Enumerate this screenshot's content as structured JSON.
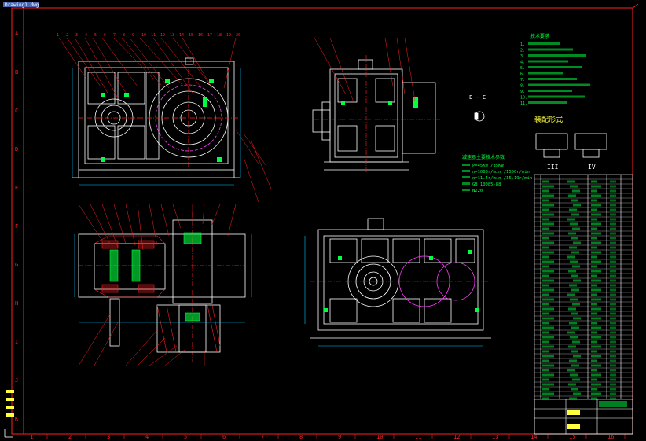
{
  "titlebar": {
    "label": "Drawing1.dwg"
  },
  "frame": {
    "col_marks": [
      "1",
      "2",
      "3",
      "4",
      "5",
      "6",
      "7",
      "8",
      "9",
      "10",
      "11",
      "12",
      "13",
      "14",
      "15",
      "16"
    ],
    "row_marks": [
      "A",
      "B",
      "C",
      "D",
      "E",
      "F",
      "G",
      "H",
      "I",
      "J",
      "K"
    ]
  },
  "views": {
    "section_label": "E - E",
    "mounting_heading": "装配形式",
    "mount_labels": [
      "III",
      "IV"
    ]
  },
  "top_view": {
    "callouts": [
      "1",
      "2",
      "3",
      "4",
      "5",
      "6",
      "7",
      "8",
      "9",
      "10",
      "11",
      "12",
      "13",
      "14",
      "15",
      "16",
      "17",
      "18",
      "19",
      "20"
    ]
  },
  "specs": {
    "heading": "减速器主要技术参数",
    "lines": [
      "P=45KW /35KW",
      "n=1000r/min /1500r/min",
      "n=11.4r/min /15.19r/min",
      "GB 10085-88",
      "N220"
    ]
  },
  "notes": {
    "heading": "技术要求",
    "numbers": [
      "1.",
      "2.",
      "3.",
      "4.",
      "5.",
      "6.",
      "7.",
      "8.",
      "9.",
      "10.",
      "11."
    ]
  },
  "colors": {
    "background": "#000000",
    "frame": "#ff2020",
    "geometry": "#ffffff",
    "annotation": "#00ff40",
    "gear": "#ff40ff",
    "dims": "#00c8ff",
    "text": "#ffff40"
  }
}
